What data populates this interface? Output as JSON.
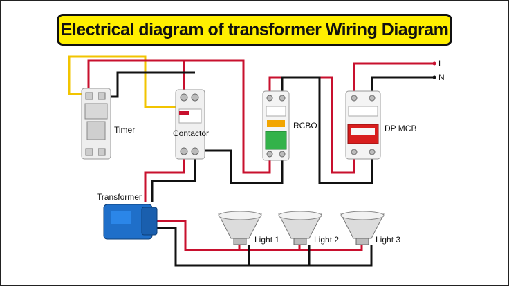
{
  "title": "Electrical diagram of transformer Wiring Diagram",
  "supply": {
    "line_label": "L",
    "neutral_label": "N"
  },
  "components": {
    "timer": "Timer",
    "contactor": "Contactor",
    "rcbo": "RCBO",
    "mcb": "DP MCB",
    "transformer": "Transformer"
  },
  "lights": [
    "Light 1",
    "Light 2",
    "Light 3"
  ],
  "colors": {
    "live": "#c8102e",
    "neutral": "#111111",
    "control": "#f2c400",
    "title_bg": "#ffef00"
  }
}
